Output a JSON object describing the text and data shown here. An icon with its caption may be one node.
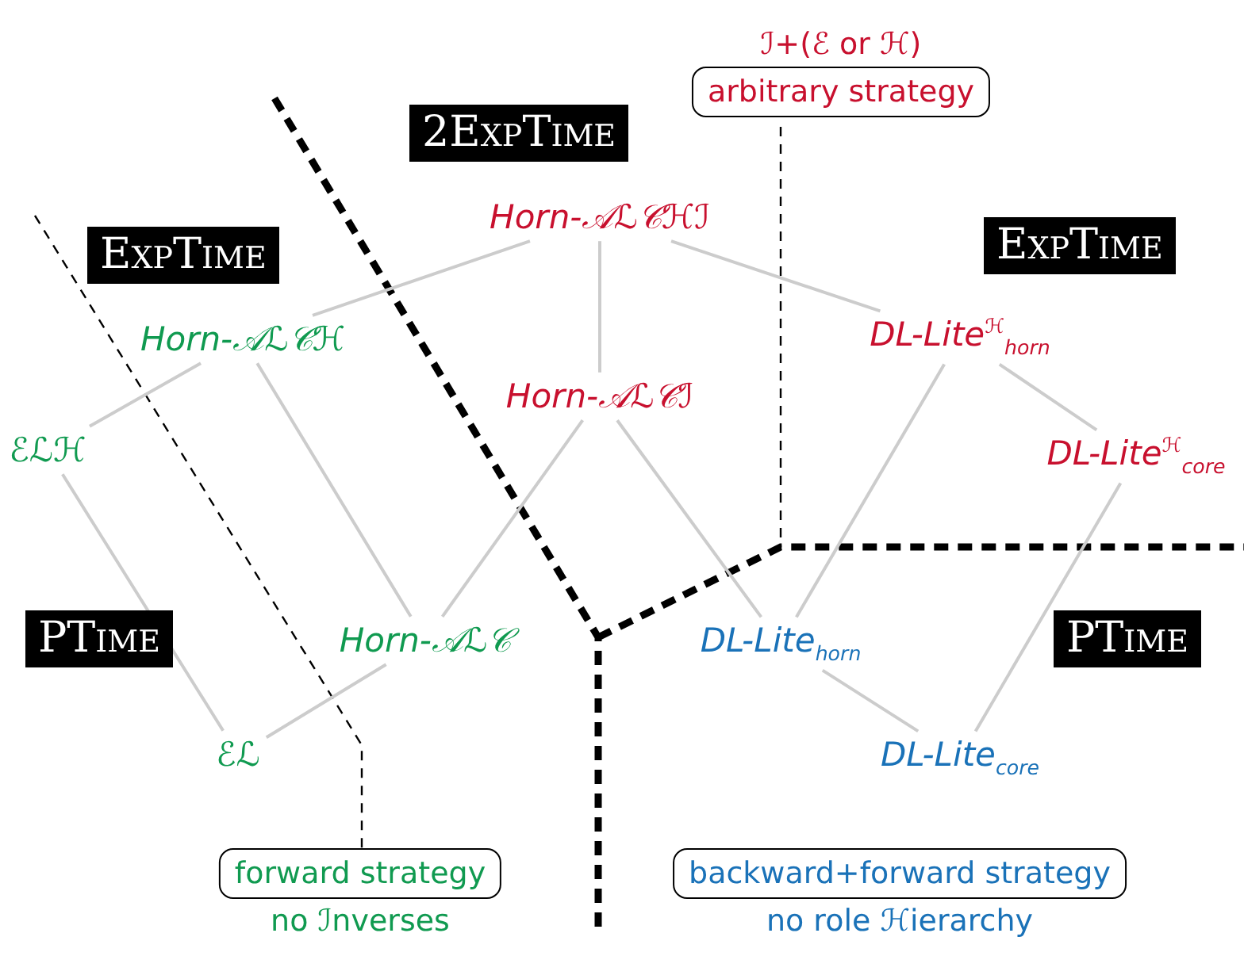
{
  "diagram": {
    "nodes": [
      {
        "text": [
          "Horn-𝒜ℒ𝒞ℋℐ"
        ]
      },
      {
        "text": [
          "Horn-𝒜ℒ𝒞ℋ"
        ]
      },
      {
        "text": [
          "Horn-𝒜ℒ𝒞ℐ"
        ]
      },
      {
        "text": [
          "DL-Lite$^{ℋ}$$_{horn}$"
        ]
      },
      {
        "text": [
          "ℰℒℋ"
        ]
      },
      {
        "text": [
          "DL-Lite$^{ℋ}$$_{core}$"
        ]
      },
      {
        "text": [
          "Horn-𝒜ℒ𝒞"
        ]
      },
      {
        "text": [
          "DL-Lite$_{horn}$"
        ]
      },
      {
        "text": [
          "ℰℒ"
        ]
      },
      {
        "text": [
          "DL-Lite$_{core}$"
        ]
      },
      {
        "text": [
          "arbitrary strategy"
        ],
        "beside": [
          "ℐ+(ℰ or ℋ)"
        ]
      },
      {
        "text": [
          "forward strategy"
        ],
        "beside": [
          "no ℐnverses"
        ]
      },
      {
        "text": [
          "backward+forward strategy"
        ],
        "beside": [
          "no role ℋierarchy"
        ]
      }
    ],
    "edges": [
      {
        "from": 0,
        "to": 1,
        "arrow": "none"
      },
      {
        "from": 0,
        "to": 2,
        "arrow": "none"
      },
      {
        "from": 0,
        "to": 3,
        "arrow": "none"
      },
      {
        "from": 1,
        "to": 4,
        "arrow": "none"
      },
      {
        "from": 1,
        "to": 6,
        "arrow": "none"
      },
      {
        "from": 2,
        "to": 6,
        "arrow": "none"
      },
      {
        "from": 2,
        "to": 7,
        "arrow": "none"
      },
      {
        "from": 3,
        "to": 7,
        "arrow": "none"
      },
      {
        "from": 3,
        "to": 5,
        "arrow": "none"
      },
      {
        "from": 4,
        "to": 8,
        "arrow": "none"
      },
      {
        "from": 6,
        "to": 8,
        "arrow": "none"
      },
      {
        "from": 7,
        "to": 9,
        "arrow": "none"
      },
      {
        "from": 5,
        "to": 9,
        "arrow": "none"
      }
    ],
    "labels": [
      "2ExpTime",
      "ExpTime",
      "ExpTime",
      "PTime",
      "PTime"
    ]
  }
}
